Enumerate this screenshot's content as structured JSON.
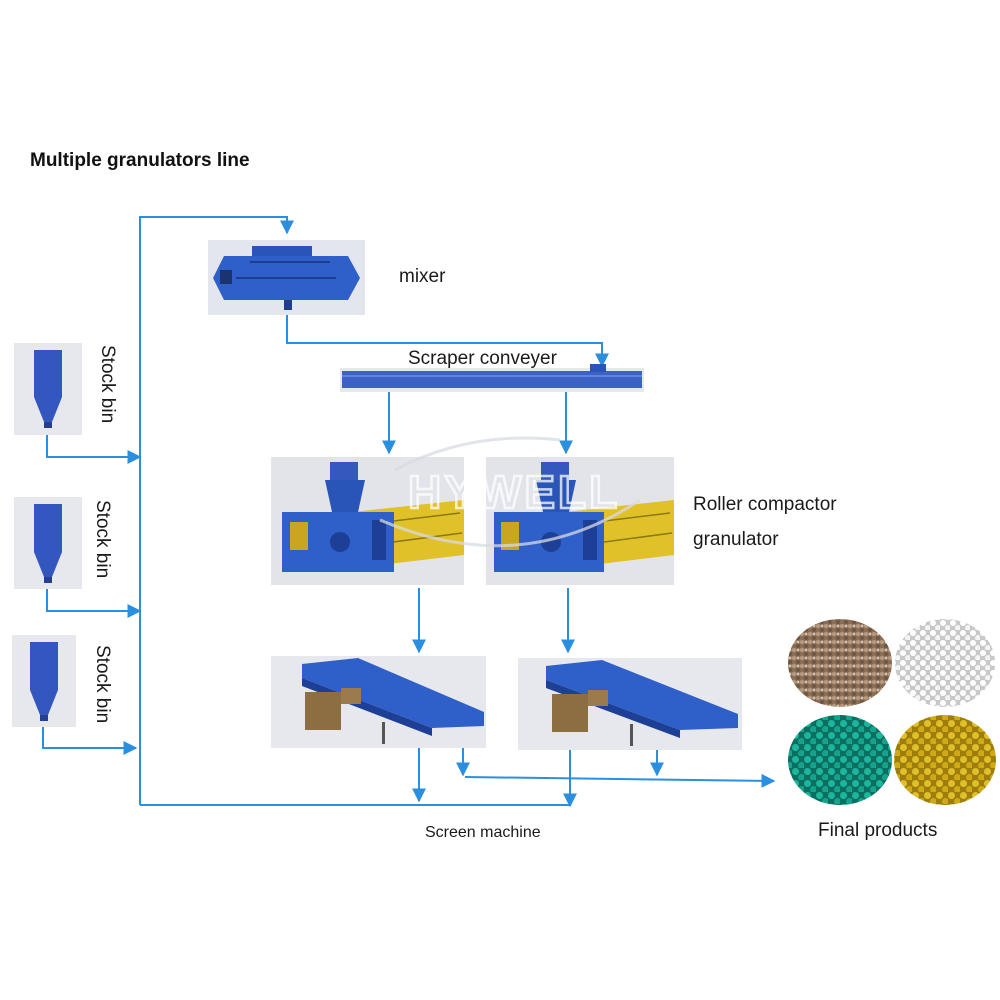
{
  "title": "Multiple granulators line",
  "watermark": "HYWELL",
  "labels": {
    "mixer": "mixer",
    "scraper_conveyer": "Scraper conveyer",
    "roller_line1": "Roller compactor",
    "roller_line2": "granulator",
    "screen_machine": "Screen machine",
    "final_products": "Final products",
    "stock_bins": [
      "Stock bin",
      "Stock bin",
      "Stock bin"
    ]
  },
  "colors": {
    "flow_arrow": "#2b8fe0",
    "machine_blue": "#2f5fc8",
    "structure_yellow": "#e1c12a",
    "product_brown": "#a08468",
    "product_white": "#f2f2f2",
    "product_teal": "#15a38e",
    "product_yellow": "#d6b21c"
  }
}
